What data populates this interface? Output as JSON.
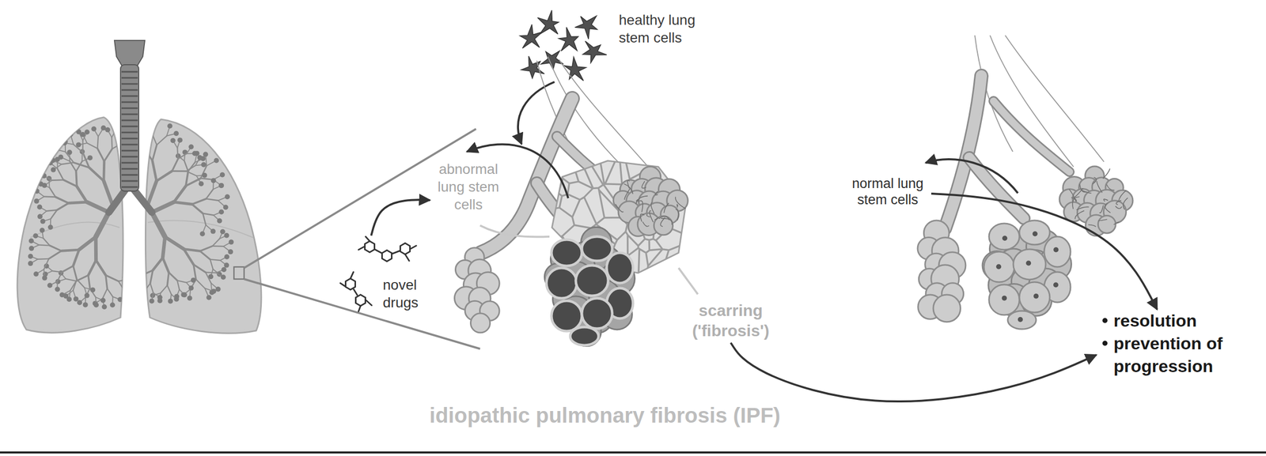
{
  "diagram": {
    "caption": "idiopathic pulmonary fibrosis (IPF)",
    "nodes": [
      {
        "text": [
          "abnormal lung stem cells"
        ]
      },
      {
        "text": [
          "novel drugs"
        ]
      },
      {
        "text": [
          "scarring ('fibrosis')"
        ]
      },
      {
        "text": [
          "normal lung stem cells"
        ]
      },
      {
        "text": [
          "resolution",
          "prevention of progression"
        ]
      }
    ],
    "edges": [
      {
        "from": 1,
        "to": 0,
        "arrow": "to"
      },
      {
        "from": 2,
        "to": 4,
        "arrow": "to"
      },
      {
        "from": 3,
        "to": 4,
        "arrow": "to"
      }
    ],
    "labels": [
      "healthy lung stem cells"
    ]
  }
}
